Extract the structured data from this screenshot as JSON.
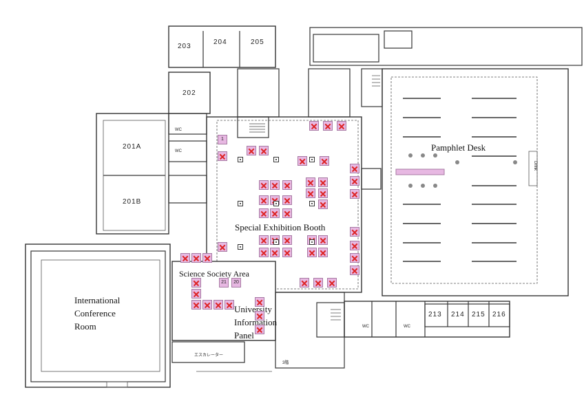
{
  "labels": {
    "pamphlet_desk": "Pamphlet Desk",
    "special_exhibition": "Special Exhibition Booth",
    "science_society": "Science Society Area",
    "intl_conf": [
      "International",
      "Conference",
      "Room"
    ],
    "univ_info": [
      "University",
      "Information",
      "Panel"
    ]
  },
  "rooms": {
    "r203": "203",
    "r204": "204",
    "r205": "205",
    "r202": "202",
    "r201a": "201A",
    "r201b": "201B",
    "r213": "213",
    "r214": "214",
    "r215": "215",
    "r216": "216",
    "wc1": "WC",
    "wc2": "WC",
    "wc3": "WC",
    "wc4": "WC",
    "escalator": "エスカレーター",
    "floor3": "3階",
    "drink": "Drink"
  },
  "booths": [
    {
      "label": "1",
      "x": false
    },
    {
      "label": "",
      "x": true
    },
    {
      "label": "",
      "x": true
    },
    {
      "label": "",
      "x": true
    },
    {
      "label": "",
      "x": true
    },
    {
      "label": "",
      "x": true
    },
    {
      "label": "",
      "x": true
    },
    {
      "label": "",
      "x": true
    },
    {
      "label": "",
      "x": true
    },
    {
      "label": "",
      "x": true
    },
    {
      "label": "",
      "x": true
    },
    {
      "label": "",
      "x": true
    },
    {
      "label": "",
      "x": true
    },
    {
      "label": "",
      "x": true
    },
    {
      "label": "",
      "x": true
    },
    {
      "label": "",
      "x": true
    },
    {
      "label": "",
      "x": true
    },
    {
      "label": "",
      "x": true
    },
    {
      "label": "",
      "x": true
    },
    {
      "label": "",
      "x": true
    },
    {
      "label": "",
      "x": true
    },
    {
      "label": "",
      "x": true
    },
    {
      "label": "",
      "x": true
    },
    {
      "label": "",
      "x": true
    },
    {
      "label": "",
      "x": true
    },
    {
      "label": "",
      "x": true
    },
    {
      "label": "",
      "x": true
    },
    {
      "label": "",
      "x": true
    },
    {
      "label": "",
      "x": true
    },
    {
      "label": "",
      "x": true
    },
    {
      "label": "",
      "x": true
    },
    {
      "label": "",
      "x": true
    },
    {
      "label": "",
      "x": true
    },
    {
      "label": "",
      "x": true
    },
    {
      "label": "",
      "x": true
    },
    {
      "label": "",
      "x": true
    },
    {
      "label": "",
      "x": true
    },
    {
      "label": "",
      "x": true
    },
    {
      "label": "",
      "x": true
    },
    {
      "label": "",
      "x": true
    },
    {
      "label": "",
      "x": true
    },
    {
      "label": "",
      "x": true
    },
    {
      "label": "21",
      "x": false
    },
    {
      "label": "20",
      "x": false
    },
    {
      "label": "",
      "x": true
    },
    {
      "label": "",
      "x": true
    },
    {
      "label": "",
      "x": true
    },
    {
      "label": "",
      "x": true
    },
    {
      "label": "",
      "x": true
    },
    {
      "label": "",
      "x": true
    },
    {
      "label": "",
      "x": true
    },
    {
      "label": "",
      "x": true
    },
    {
      "label": "",
      "x": true
    },
    {
      "label": "",
      "x": true
    },
    {
      "label": "",
      "x": true
    },
    {
      "label": "",
      "x": true
    },
    {
      "label": "",
      "x": true
    },
    {
      "label": "",
      "x": true
    }
  ]
}
